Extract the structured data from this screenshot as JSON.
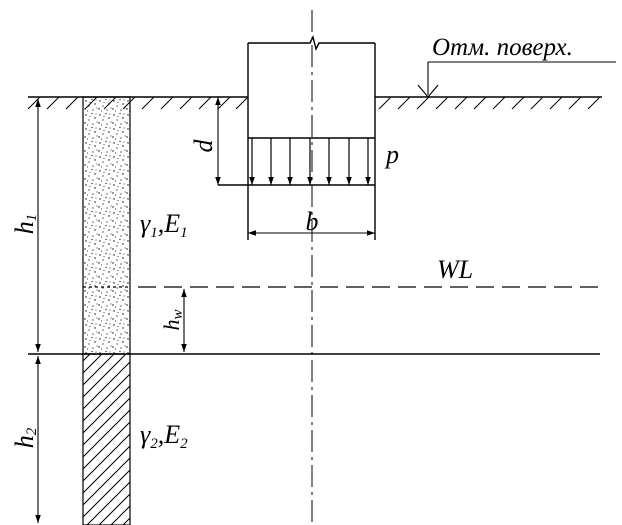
{
  "labels": {
    "surface": "Отм. поверх.",
    "depth": "d",
    "pressure": "p",
    "width": "b",
    "water_level": "WL",
    "layer1_thickness": "h",
    "layer1_thickness_sub": "1",
    "water_depth": "h",
    "water_depth_sub": "w",
    "layer2_thickness": "h",
    "layer2_thickness_sub": "2",
    "layer1_gamma": "γ",
    "layer1_gamma_sub": "1",
    "layer1_separator": ",E",
    "layer1_E_sub": "1",
    "layer2_gamma": "γ",
    "layer2_gamma_sub": "2",
    "layer2_separator": ",E",
    "layer2_E_sub": "2"
  },
  "colors": {
    "ink": "#000000",
    "background": "#ffffff"
  }
}
